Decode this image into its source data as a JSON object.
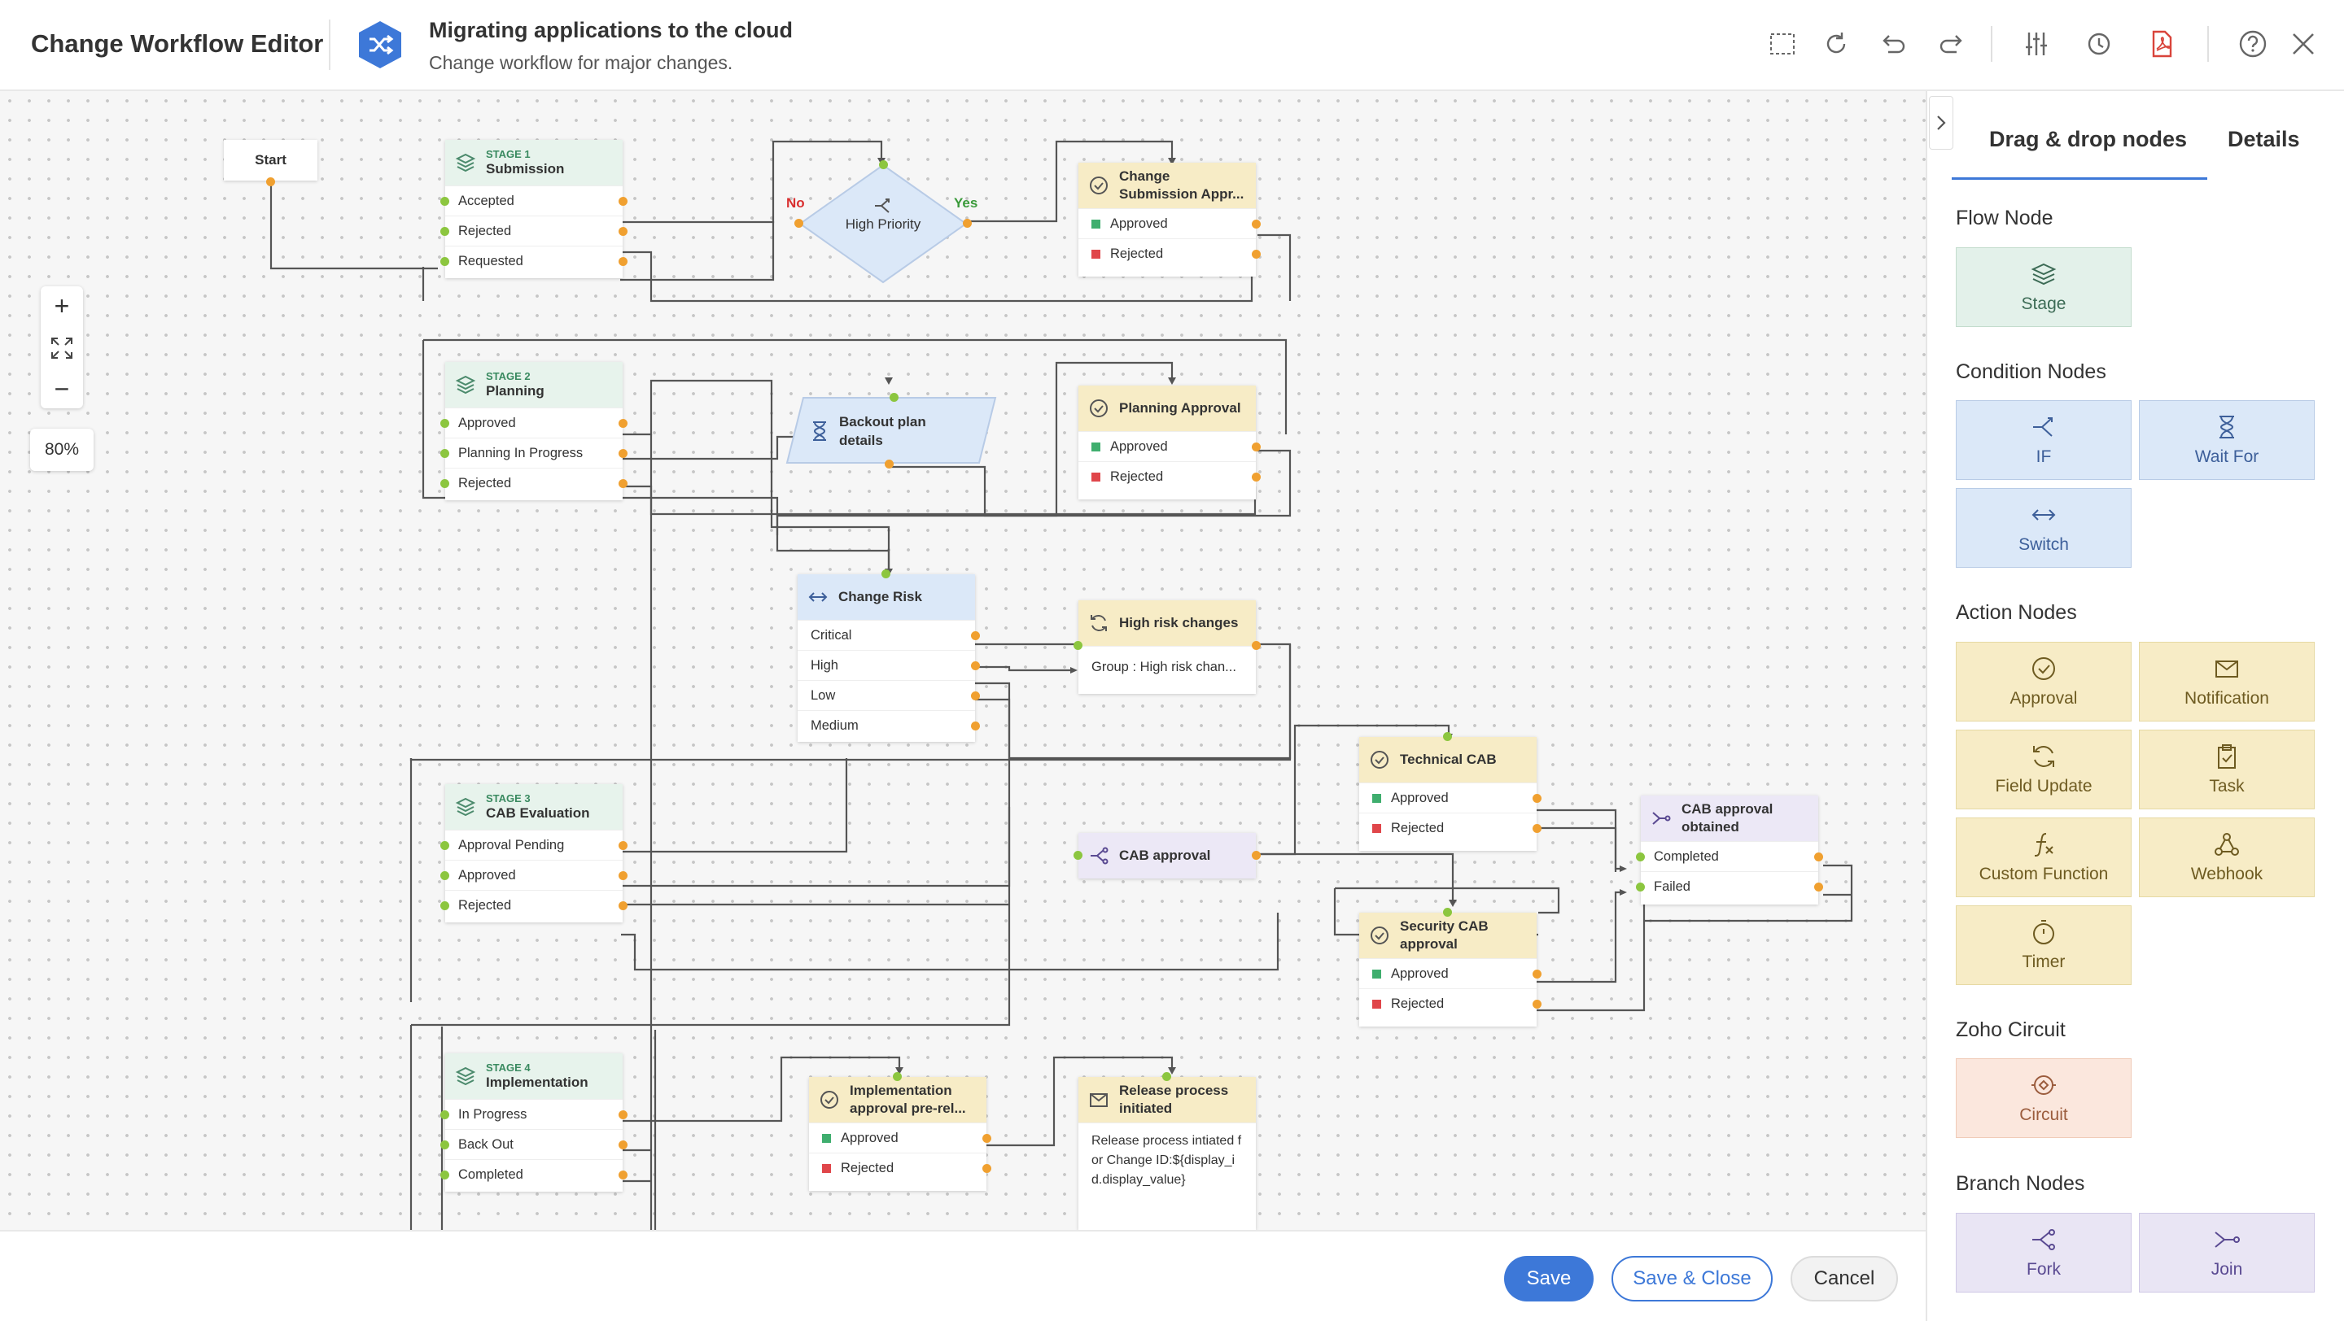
{
  "header": {
    "app_title": "Change Workflow Editor",
    "workflow_title": "Migrating applications to the cloud",
    "workflow_subtitle": "Change workflow for major changes.",
    "toolbar_icons": [
      "select-area-icon",
      "refresh-icon",
      "undo-icon",
      "redo-icon",
      "settings-sliders-icon",
      "history-icon",
      "pdf-icon",
      "help-icon",
      "close-icon"
    ]
  },
  "canvas": {
    "zoom_level": "80%",
    "zoom_in": "+",
    "zoom_out": "−",
    "start_label": "Start",
    "decision": {
      "label": "High Priority",
      "no": "No",
      "yes": "Yes"
    },
    "stage1": {
      "stage_no": "STAGE 1",
      "title": "Submission",
      "rows": [
        "Accepted",
        "Rejected",
        "Requested"
      ]
    },
    "stage2": {
      "stage_no": "STAGE 2",
      "title": "Planning",
      "rows": [
        "Approved",
        "Planning In Progress",
        "Rejected"
      ]
    },
    "stage3": {
      "stage_no": "STAGE 3",
      "title": "CAB Evaluation",
      "rows": [
        "Approval Pending",
        "Approved",
        "Rejected"
      ]
    },
    "stage4": {
      "stage_no": "STAGE 4",
      "title": "Implementation",
      "rows": [
        "In Progress",
        "Back Out",
        "Completed"
      ]
    },
    "change_submission_approval": {
      "title": "Change Submission Appr...",
      "rows": [
        "Approved",
        "Rejected"
      ]
    },
    "backout_plan": {
      "title": "Backout plan details"
    },
    "planning_approval": {
      "title": "Planning Approval",
      "rows": [
        "Approved",
        "Rejected"
      ]
    },
    "change_risk": {
      "title": "Change Risk",
      "rows": [
        "Critical",
        "High",
        "Low",
        "Medium"
      ]
    },
    "high_risk_changes": {
      "title": "High risk changes",
      "body": "Group : High risk chan..."
    },
    "cab_approval": {
      "title": "CAB approval"
    },
    "technical_cab": {
      "title": "Technical CAB",
      "rows": [
        "Approved",
        "Rejected"
      ]
    },
    "security_cab": {
      "title": "Security CAB approval",
      "rows": [
        "Approved",
        "Rejected"
      ]
    },
    "cab_approval_obtained": {
      "title": "CAB approval obtained",
      "rows": [
        "Completed",
        "Failed"
      ]
    },
    "impl_approval": {
      "title": "Implementation approval pre-rel...",
      "rows": [
        "Approved",
        "Rejected"
      ]
    },
    "release_process": {
      "title": "Release process initiated",
      "body": "Release process intiated for Change ID:${display_id.display_value}"
    }
  },
  "sidebar": {
    "tabs": [
      "Drag & drop nodes",
      "Details"
    ],
    "flow_node": {
      "heading": "Flow Node",
      "items": [
        "Stage"
      ]
    },
    "condition_nodes": {
      "heading": "Condition Nodes",
      "items": [
        "IF",
        "Wait For",
        "Switch"
      ]
    },
    "action_nodes": {
      "heading": "Action Nodes",
      "items": [
        "Approval",
        "Notification",
        "Field Update",
        "Task",
        "Custom Function",
        "Webhook",
        "Timer"
      ]
    },
    "zoho_circuit": {
      "heading": "Zoho Circuit",
      "items": [
        "Circuit"
      ]
    },
    "branch_nodes": {
      "heading": "Branch Nodes",
      "items": [
        "Fork",
        "Join"
      ]
    }
  },
  "footer": {
    "save": "Save",
    "save_close": "Save & Close",
    "cancel": "Cancel"
  },
  "colors": {
    "accent": "#3d78d8",
    "approved": "#3fae6e",
    "rejected": "#e0464a",
    "connector_out": "#f0a030",
    "connector_in": "#8cc63f"
  }
}
